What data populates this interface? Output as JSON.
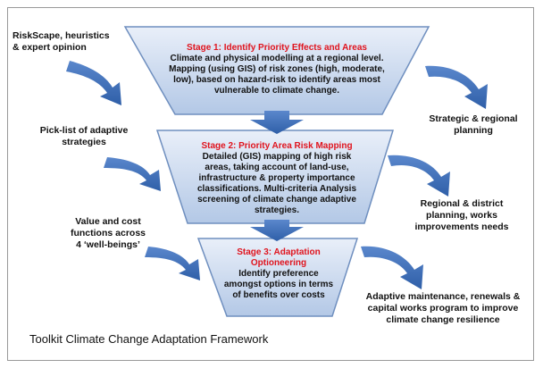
{
  "stages": [
    {
      "title": "Stage 1: Identify Priority  Effects and Areas",
      "lines": [
        "Climate and physical modelling at a regional level.",
        "Mapping (using GIS) of risk zones (high, moderate,",
        "low), based on hazard-risk to identify areas most",
        "vulnerable to climate change."
      ]
    },
    {
      "title": "Stage 2: Priority Area Risk Mapping",
      "lines": [
        "Detailed (GIS) mapping of high risk",
        "areas, taking account of land-use,",
        "infrastructure & property importance",
        "classifications. Multi-criteria Analysis",
        "screening of climate change adaptive",
        "strategies."
      ]
    },
    {
      "title_lines": [
        "Stage 3: Adaptation",
        "Optioneering"
      ],
      "lines": [
        "Identify preference",
        "amongst options in terms",
        "of benefits over costs"
      ]
    }
  ],
  "inputs": [
    {
      "lines": [
        "RiskScape, heuristics",
        "& expert opinion"
      ]
    },
    {
      "lines": [
        "Pick-list of adaptive",
        "strategies"
      ]
    },
    {
      "lines": [
        "Value and cost",
        "functions across",
        "4 ‘well-beings’"
      ]
    }
  ],
  "outputs": [
    {
      "lines": [
        "Strategic & regional",
        "planning"
      ]
    },
    {
      "lines": [
        "Regional & district",
        "planning, works",
        "improvements needs"
      ]
    },
    {
      "lines": [
        "Adaptive maintenance, renewals &",
        "capital works program to improve",
        "climate change resilience"
      ]
    }
  ],
  "footer": "Toolkit Climate Change Adaptation Framework",
  "colors": {
    "funnel_fill_top": "#e9eff9",
    "funnel_fill_bottom": "#b3c8e6",
    "funnel_stroke": "#6f8fbf",
    "arrow_fill": "#3b6cb5",
    "stage_title": "#e0141e"
  }
}
